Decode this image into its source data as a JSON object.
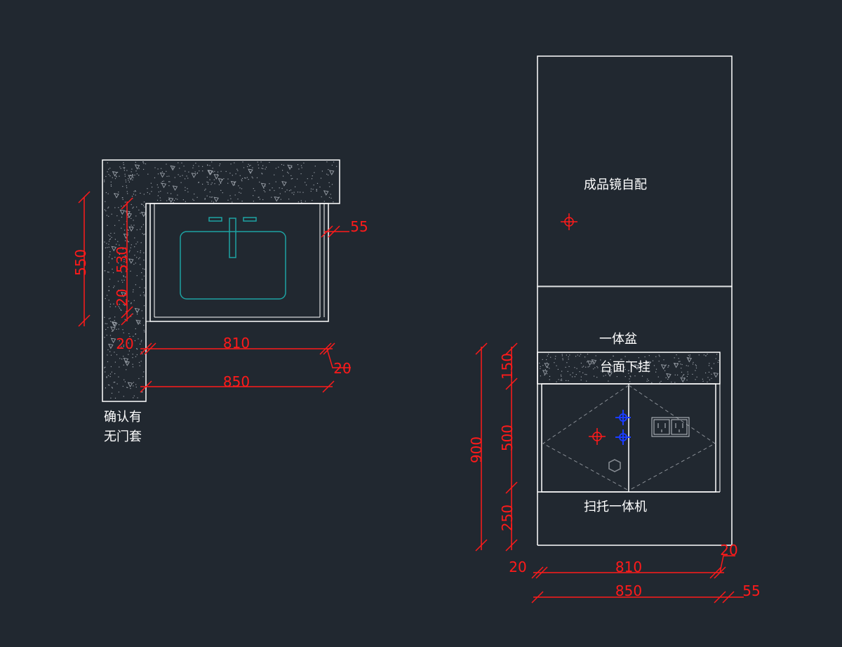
{
  "plan_view": {
    "dimensions": {
      "width_inner": "810",
      "width_total": "850",
      "depth_total": "550",
      "depth_inner": "530",
      "wall_gap": "20",
      "left_gap": "20",
      "right_gap": "20",
      "side_panel": "55"
    },
    "note_line1": "确认有",
    "note_line2": "无门套"
  },
  "elevation_view": {
    "labels": {
      "mirror": "成品镜自配",
      "basin": "一体盆",
      "counter": "台面下挂",
      "toilet": "扫托一体机"
    },
    "dimensions": {
      "total_height": "900",
      "top_height": "150",
      "cabinet_height": "500",
      "bottom_height": "250",
      "width_inner": "810",
      "width_total": "850",
      "left_gap": "20",
      "right_gap": "20",
      "side_panel": "55"
    }
  },
  "colors": {
    "background": "#212830",
    "lines": "#ffffff",
    "dimensions": "#ff1a1a",
    "basin": "#1ea3a3",
    "pipes": "#1a3cff"
  }
}
